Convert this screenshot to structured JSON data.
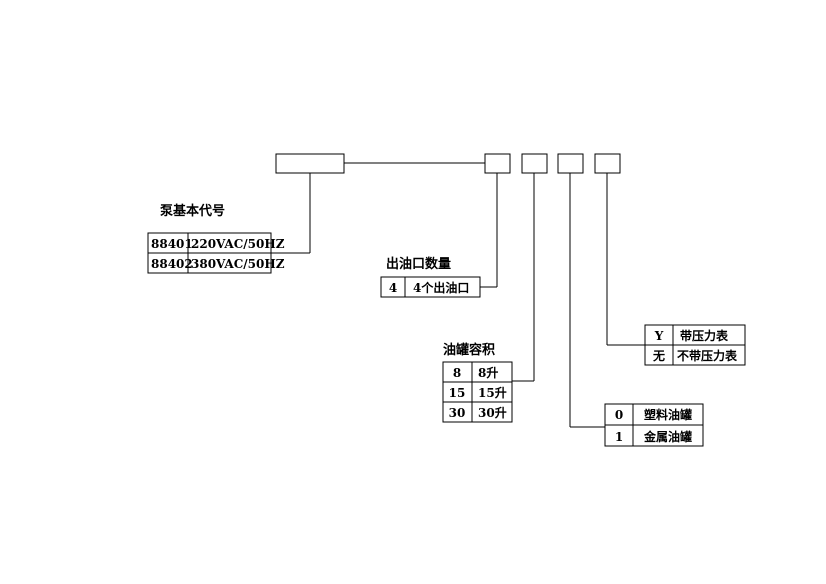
{
  "code_boxes": [
    {
      "name": "base-code-box"
    },
    {
      "name": "outlet-count-box"
    },
    {
      "name": "tank-volume-box"
    },
    {
      "name": "tank-material-box"
    },
    {
      "name": "gauge-box"
    }
  ],
  "groups": {
    "base": {
      "title": "泵基本代号",
      "rows": [
        {
          "code": "88401",
          "label": "220VAC/50HZ"
        },
        {
          "code": "88402",
          "label": "380VAC/50HZ"
        }
      ]
    },
    "outlets": {
      "title": "出油口数量",
      "rows": [
        {
          "code": "4",
          "label": "4个出油口"
        }
      ]
    },
    "volume": {
      "title": "油罐容积",
      "rows": [
        {
          "code": "8",
          "label": "8升"
        },
        {
          "code": "15",
          "label": "15升"
        },
        {
          "code": "30",
          "label": "30升"
        }
      ]
    },
    "material": {
      "rows": [
        {
          "code": "0",
          "label": "塑料油罐"
        },
        {
          "code": "1",
          "label": "金属油罐"
        }
      ]
    },
    "gauge": {
      "rows": [
        {
          "code": "Y",
          "label": "带压力表"
        },
        {
          "code": "无",
          "label": "不带压力表"
        }
      ]
    }
  }
}
